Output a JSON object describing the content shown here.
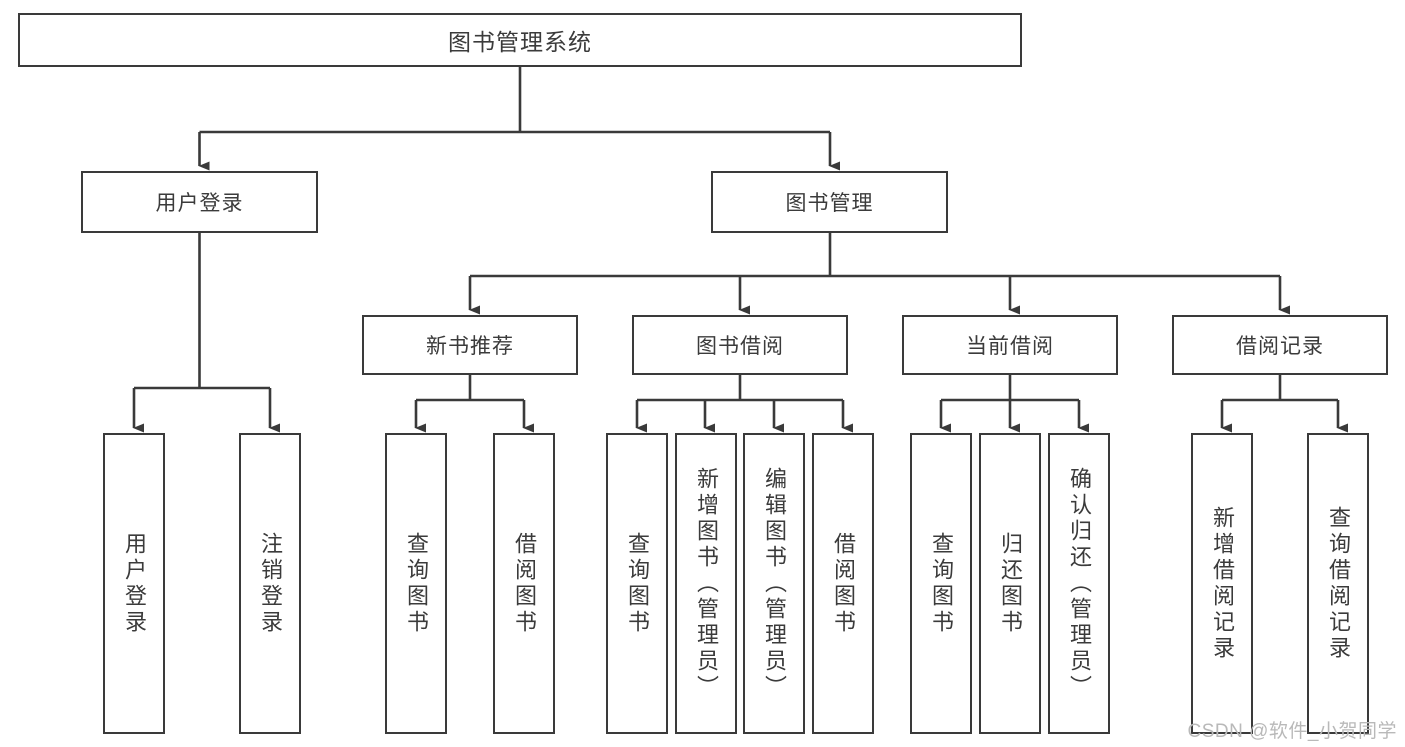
{
  "diagram": {
    "title": "图书管理系统",
    "type": "tree-hierarchy",
    "watermark": "CSDN @软件_小贺同学",
    "colors": {
      "stroke": "#3a3a3a",
      "text": "#3b3b3b",
      "background": "#ffffff",
      "watermark": "#b9b9b9"
    },
    "root": {
      "label": "图书管理系统"
    },
    "level2": [
      {
        "label": "用户登录"
      },
      {
        "label": "图书管理"
      }
    ],
    "level3": [
      {
        "label": "新书推荐"
      },
      {
        "label": "图书借阅"
      },
      {
        "label": "当前借阅"
      },
      {
        "label": "借阅记录"
      }
    ],
    "leaves": {
      "user_login": [
        {
          "label": "用户登录"
        },
        {
          "label": "注销登录"
        }
      ],
      "new_book": [
        {
          "label": "查询图书"
        },
        {
          "label": "借阅图书"
        }
      ],
      "book_borrow": [
        {
          "label": "查询图书"
        },
        {
          "label": "新增图书（管理员）"
        },
        {
          "label": "编辑图书（管理员）"
        },
        {
          "label": "借阅图书"
        }
      ],
      "current_borrow": [
        {
          "label": "查询图书"
        },
        {
          "label": "归还图书"
        },
        {
          "label": "确认归还（管理员）"
        }
      ],
      "borrow_record": [
        {
          "label": "新增借阅记录"
        },
        {
          "label": "查询借阅记录"
        }
      ]
    }
  }
}
